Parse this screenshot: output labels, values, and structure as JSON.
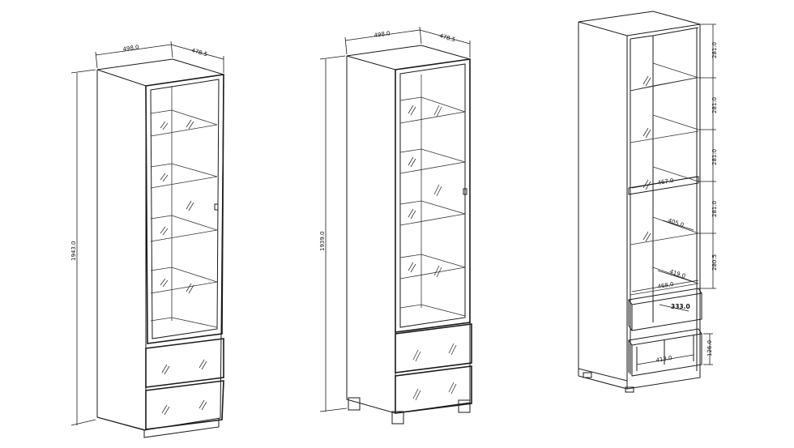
{
  "cabinet_left": {
    "width": "498.0",
    "depth": "478.5",
    "height": "1943.0"
  },
  "cabinet_middle": {
    "width": "498.0",
    "depth": "478.5",
    "height": "1939.0"
  },
  "cabinet_right": {
    "shelf_spacing_1": "281.0",
    "shelf_spacing_2": "281.0",
    "shelf_spacing_3": "281.0",
    "shelf_spacing_4": "281.0",
    "shelf_spacing_5": "280.5",
    "inner_width": "467.0",
    "shelf_depth": "405.0",
    "shelf_inner_depth": "419.0",
    "drawer_width": "468.0",
    "drawer_depth": "333.0",
    "lower_drawer_width": "413.0",
    "lower_drawer_height": "126.0"
  }
}
